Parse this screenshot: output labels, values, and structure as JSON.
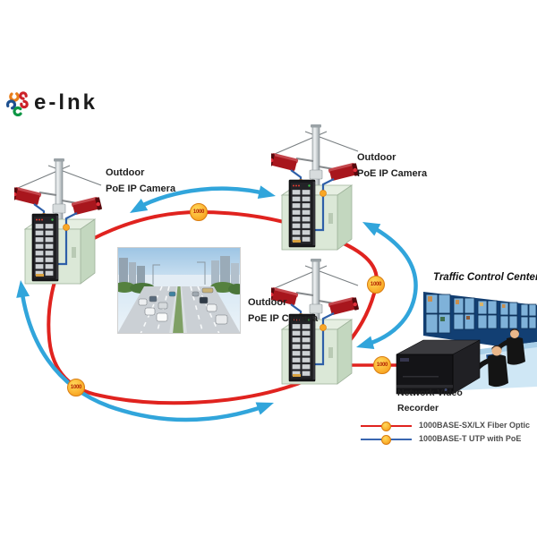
{
  "logo": {
    "text": "e-lnk"
  },
  "stations": {
    "label_line1": "Outdoor",
    "label_line2": "PoE IP Camera"
  },
  "control_center": {
    "title": "Traffic Control Center"
  },
  "nvr": {
    "label_line1": "Network Video",
    "label_line2": "Recorder"
  },
  "links": {
    "speed_badge": "1000",
    "fiber_color": "#E0231F",
    "poe_arrow_color": "#31A5DB",
    "badge_fill": "#FBB432"
  },
  "legend": {
    "items": [
      {
        "label": "1000BASE-SX/LX Fiber Optic",
        "color": "#E0231F"
      },
      {
        "label": "1000BASE-T UTP with PoE",
        "color": "#3A66B0"
      }
    ]
  }
}
